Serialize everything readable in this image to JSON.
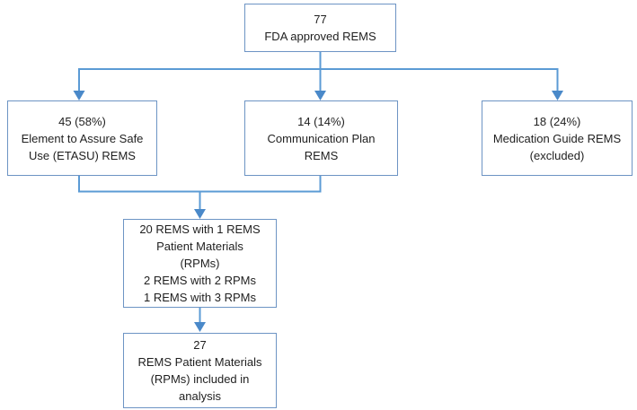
{
  "figure": {
    "type": "flowchart",
    "description": "REMS patient materials selection flow diagram",
    "colors": {
      "connector_line": "#5b9bd5",
      "arrowhead": "#4a89c9",
      "box_border": "#6d94c4",
      "text": "#1f1f1f",
      "background": "#ffffff"
    },
    "nodes": {
      "total": {
        "text": "77\nFDA approved REMS"
      },
      "etasu": {
        "text": "45 (58%)\nElement to Assure Safe\nUse (ETASU) REMS"
      },
      "comm_plan": {
        "text": "14 (14%)\nCommunication Plan\nREMS"
      },
      "med_guide": {
        "text": "18 (24%)\nMedication Guide REMS\n(excluded)"
      },
      "rpm_counts": {
        "text": "20 REMS with 1 REMS\nPatient Materials\n(RPMs)\n2 REMS with 2 RPMs\n1 REMS with 3 RPMs"
      },
      "rpm_total": {
        "text": "27\nREMS Patient Materials\n(RPMs) included in\nanalysis"
      }
    },
    "edges": [
      {
        "from": "total",
        "to": "etasu"
      },
      {
        "from": "total",
        "to": "comm_plan"
      },
      {
        "from": "total",
        "to": "med_guide"
      },
      {
        "from": "etasu",
        "to": "rpm_counts"
      },
      {
        "from": "comm_plan",
        "to": "rpm_counts"
      },
      {
        "from": "rpm_counts",
        "to": "rpm_total"
      }
    ]
  }
}
